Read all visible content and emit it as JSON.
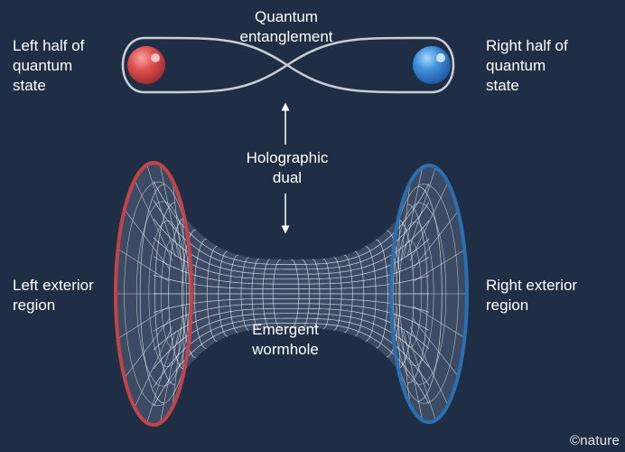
{
  "labels": {
    "quantum_entanglement": "Quantum\nentanglement",
    "left_half": "Left half of\nquantum\nstate",
    "right_half": "Right half of\nquantum\nstate",
    "holographic_dual": "Holographic\ndual",
    "left_exterior": "Left exterior\nregion",
    "right_exterior": "Right exterior\nregion",
    "emergent_wormhole": "Emergent\nwormhole"
  },
  "credit": "©nature",
  "colors": {
    "background": "#1f2d45",
    "left_accent": "#c0444a",
    "right_accent": "#2b6fb0",
    "mesh_fill": "#3c4a63",
    "grid_line": "#e8edf5",
    "loop_outline": "#c9cdd6"
  }
}
